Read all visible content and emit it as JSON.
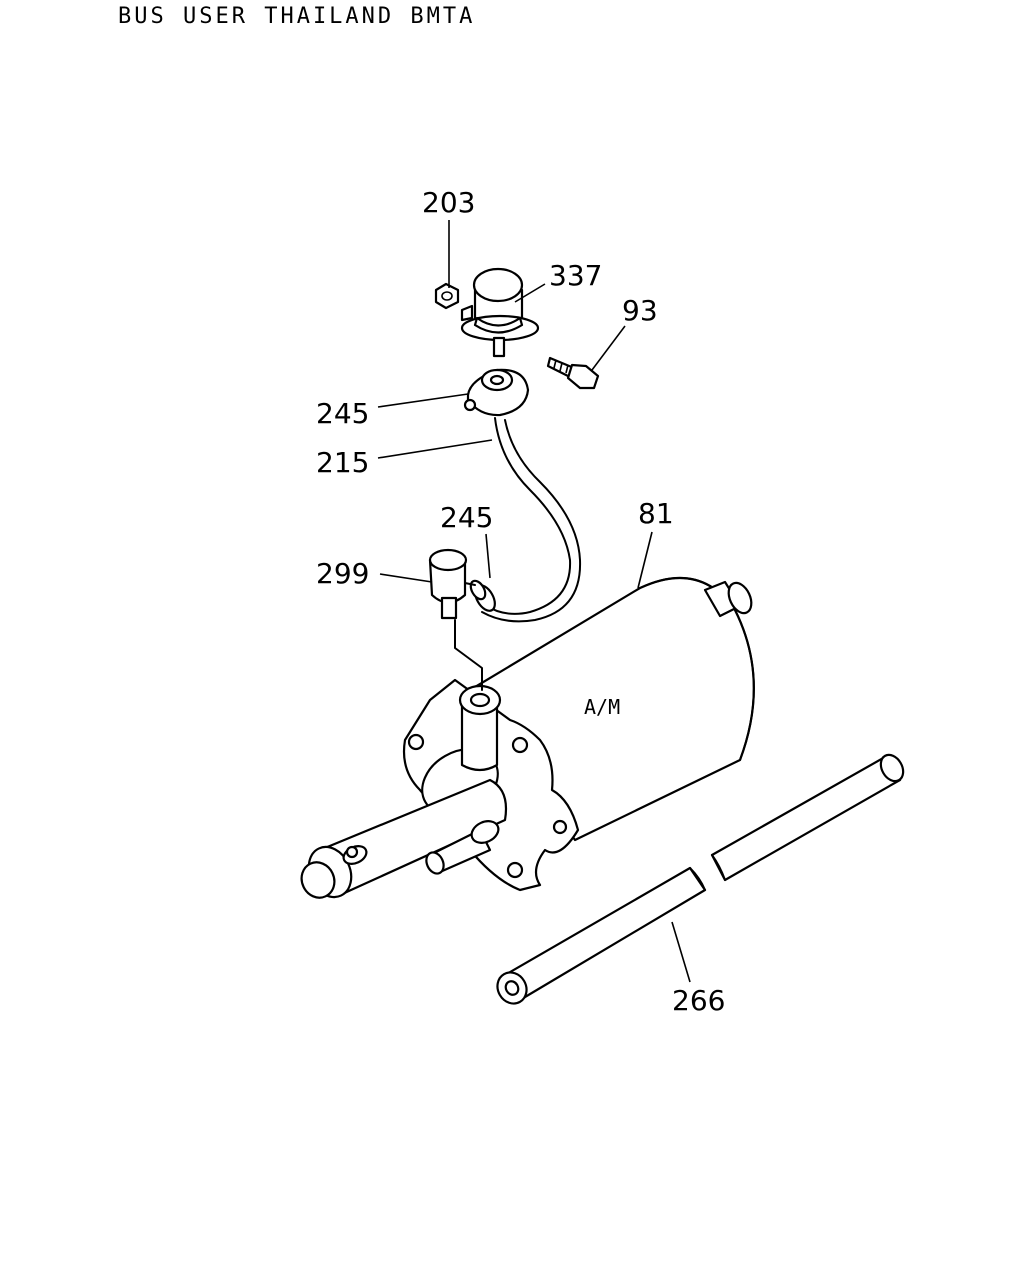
{
  "header": {
    "title": "BUS USER THAILAND BMTA"
  },
  "diagram": {
    "labels": {
      "p203": "203",
      "p337": "337",
      "p93": "93",
      "p245_top": "245",
      "p215": "215",
      "p245_mid": "245",
      "p299": "299",
      "p81": "81",
      "p266": "266"
    },
    "marking": "A/M"
  }
}
